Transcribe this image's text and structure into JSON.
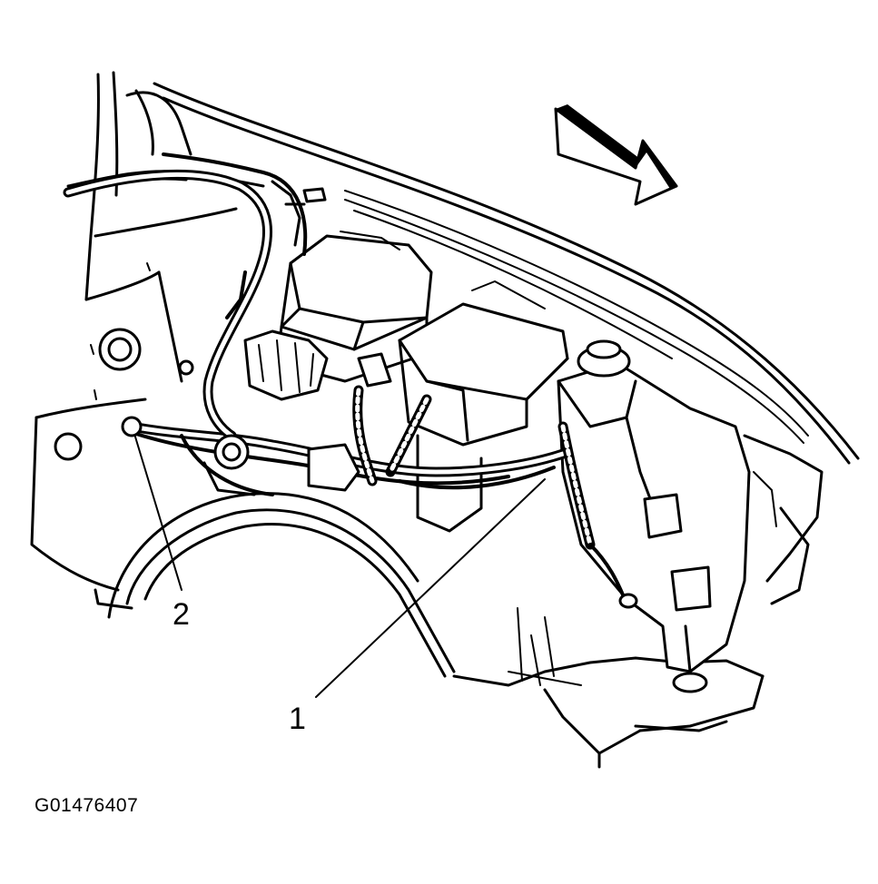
{
  "callouts": [
    {
      "number": "1"
    },
    {
      "number": "2"
    }
  ],
  "figure_id": "G01476407",
  "icons": [
    "direction-arrow-icon"
  ]
}
